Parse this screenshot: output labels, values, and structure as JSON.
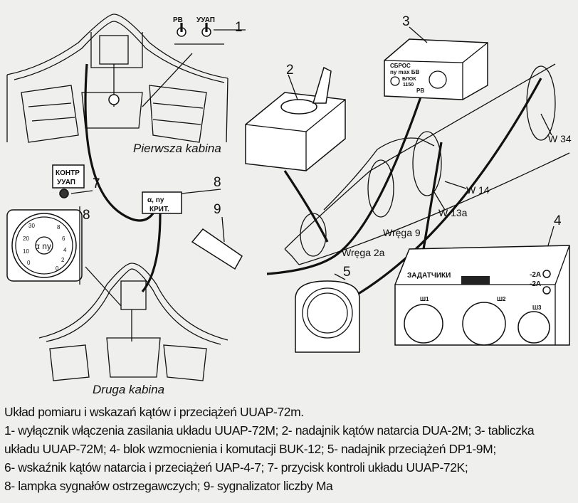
{
  "diagram": {
    "labels": {
      "n1": "1",
      "n2": "2",
      "n3": "3",
      "n4": "4",
      "n5": "5",
      "n7": "7",
      "n8a": "8",
      "n8b": "8",
      "n9": "9",
      "pierwsza": "Pierwsza kabina",
      "druga": "Druga kabina",
      "w34": "W 34",
      "w14": "W 14",
      "w13a": "W 13a",
      "wrega9": "Wręga 9",
      "wrega2a": "Wręga 2a"
    },
    "cyrillic": {
      "rv": "РВ",
      "uuap": "УУАП",
      "kontr": "КОНТР",
      "kontr_uuap": "УУАП",
      "lamp_top": "α, nу",
      "lamp_bottom": "КРИТ.",
      "sbros": "СБРОС",
      "nymax": "nу max  БВ",
      "blok": "БЛОК",
      "v1150": "1150",
      "rv2": "РВ",
      "zadatchiki": "ЗАДАТЧИКИ",
      "sh1": "Ш1",
      "sh2": "Ш2",
      "sh3": "Ш3",
      "m2a_1": "-2A",
      "m2a_2": "-2A"
    },
    "gauge": {
      "ticks": [
        "30",
        "20",
        "10",
        "0",
        "8",
        "6",
        "4",
        "2",
        "0"
      ],
      "center": "α  nу"
    }
  },
  "caption": {
    "title": "Układ pomiaru i wskazań kątów i przeciążeń UUAP-72m.",
    "lines": [
      "1- wyłącznik włączenia zasilania układu UUAP-72M; 2- nadajnik kątów natarcia DUA-2M; 3- tabliczka",
      "układu UUAP-72M; 4- blok wzmocnienia i komutacji BUK-12; 5- nadajnik przeciążeń DP1-9M;",
      "6- wskaźnik kątów natarcia i przeciążeń UAP-4-7; 7- przycisk kontroli układu UUAP-72K;",
      "8- lampka sygnałów ostrzegawczych; 9- sygnalizator liczby Ma"
    ]
  }
}
